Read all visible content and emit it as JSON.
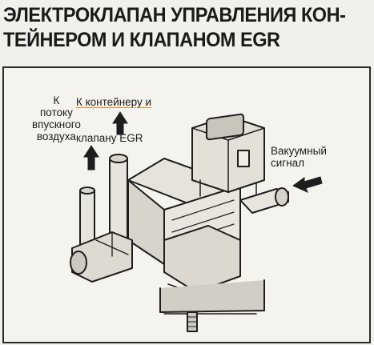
{
  "title": {
    "line1": "ЭЛЕКТРОКЛАПАН УПРАВЛЕНИЯ КОН-",
    "line2": "ТЕЙНЕРОМ И КЛАПАНОМ EGR"
  },
  "labels": {
    "to_container_line1": "К контейнеру и",
    "to_container_line2": "клапану EGR",
    "to_intake": "К\nпотоку\nвпускного\nвоздуха",
    "vacuum_signal": "Вакуумный\nсигнал"
  },
  "colors": {
    "background": "#f2f0eb",
    "ink": "#1a1a1a",
    "underline": "#e08a1e"
  }
}
